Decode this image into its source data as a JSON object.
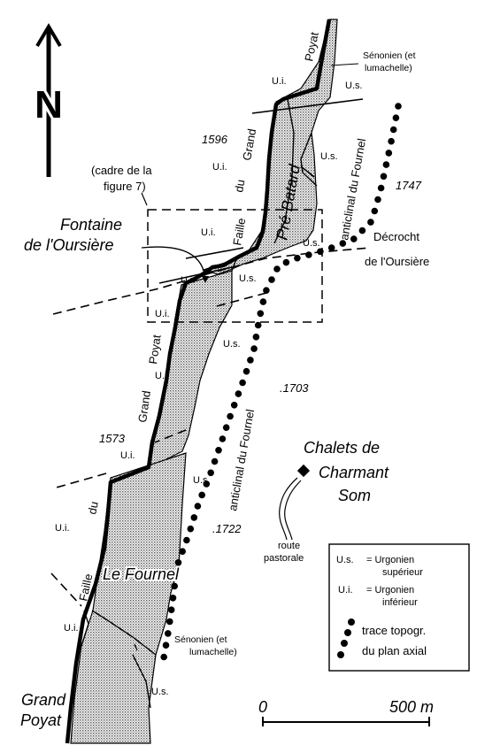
{
  "north": {
    "letter": "N"
  },
  "labels": {
    "senonien_top": [
      "Sénonien (et",
      "lumachelle)"
    ],
    "senonien_bottom": [
      "Sénonien (et",
      "lumachelle)"
    ],
    "poyat_top": "Poyat",
    "grand_top": "Grand",
    "du_faille_top": "du",
    "faille_top": "Faille",
    "pre_batard": "Pré Batard",
    "anticlinal_top": "anticlinal du Fournel",
    "alt_1596": "1596",
    "alt_1747": "1747",
    "alt_1703": ".1703",
    "alt_1573": "1573",
    "alt_1722": ".1722",
    "cadre": [
      "(cadre de la",
      "figure 7)"
    ],
    "fontaine": [
      "Fontaine",
      "de l'Oursière"
    ],
    "decrocht": [
      "Décrocht",
      "de l'Oursière"
    ],
    "poyat_mid": "Poyat",
    "grand_mid": "Grand",
    "anticlinal_mid": "anticlinal du Fournel",
    "chalets": [
      "Chalets de",
      "Charmant",
      "Som"
    ],
    "route": [
      "route",
      "pastorale"
    ],
    "faille_bottom": "Faille",
    "du_bottom": "du",
    "le_fournel": "Le Fournel",
    "grand_poyat_bottom": [
      "Grand",
      "Poyat"
    ],
    "ui": "U.i.",
    "us": "U.s."
  },
  "legend": {
    "us_abbr": "U.s.",
    "us_eq": "= Urgonien",
    "us_desc": "supérieur",
    "ui_abbr": "U.i.",
    "ui_eq": "= Urgonien",
    "ui_desc": "inférieur",
    "trace": [
      "trace topogr.",
      "du plan axial"
    ]
  },
  "scale": {
    "start": "0",
    "end": "500 m"
  }
}
